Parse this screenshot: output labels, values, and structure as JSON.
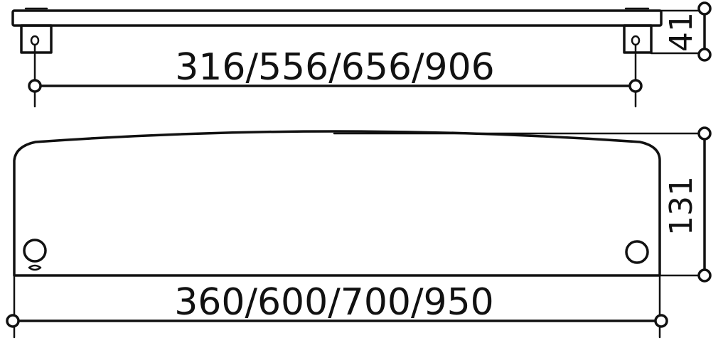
{
  "dimensions": {
    "top_width": "316/556/656/906",
    "top_height": "41",
    "bottom_width": "360/600/700/950",
    "bottom_height": "131"
  }
}
